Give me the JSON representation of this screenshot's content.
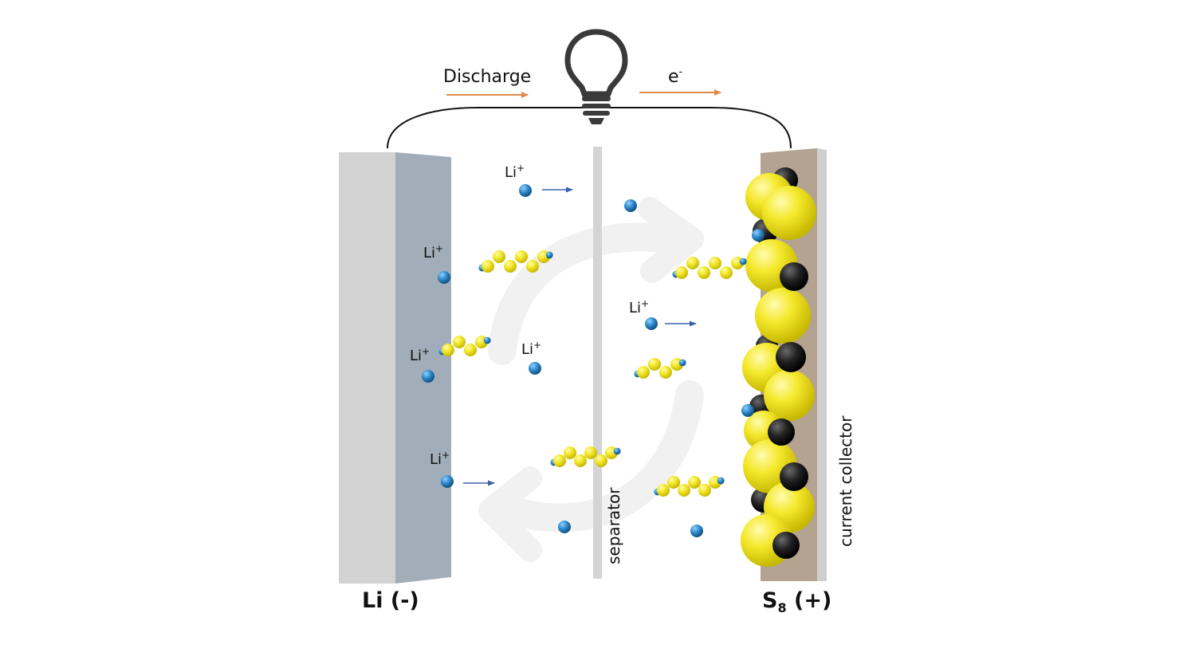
{
  "title_text": {
    "discharge": "Discharge",
    "electron": "e",
    "electron_sup": "-"
  },
  "electrodes": {
    "anode": "Li (-)",
    "cathode_main": "S",
    "cathode_sub": "8",
    "cathode_rest": " (+)",
    "separator": "separator",
    "current_collector": "current collector"
  },
  "ions": {
    "li": "Li",
    "plus": "+"
  },
  "colors": {
    "anode_front": "#d2d2d2",
    "anode_side": "#a1adb9",
    "separator": "#d4d4d4",
    "collector_front": "#b3a390",
    "collector_edge": "#cfcfcf",
    "sulfur": "#f2e62a",
    "carbon": "#1f1f1f",
    "lithium": "#2e86c8",
    "arrow_orange": "#e08a4a",
    "arrow_blue": "#3a62b0",
    "cycle_arrow": "#f1f1f1"
  }
}
